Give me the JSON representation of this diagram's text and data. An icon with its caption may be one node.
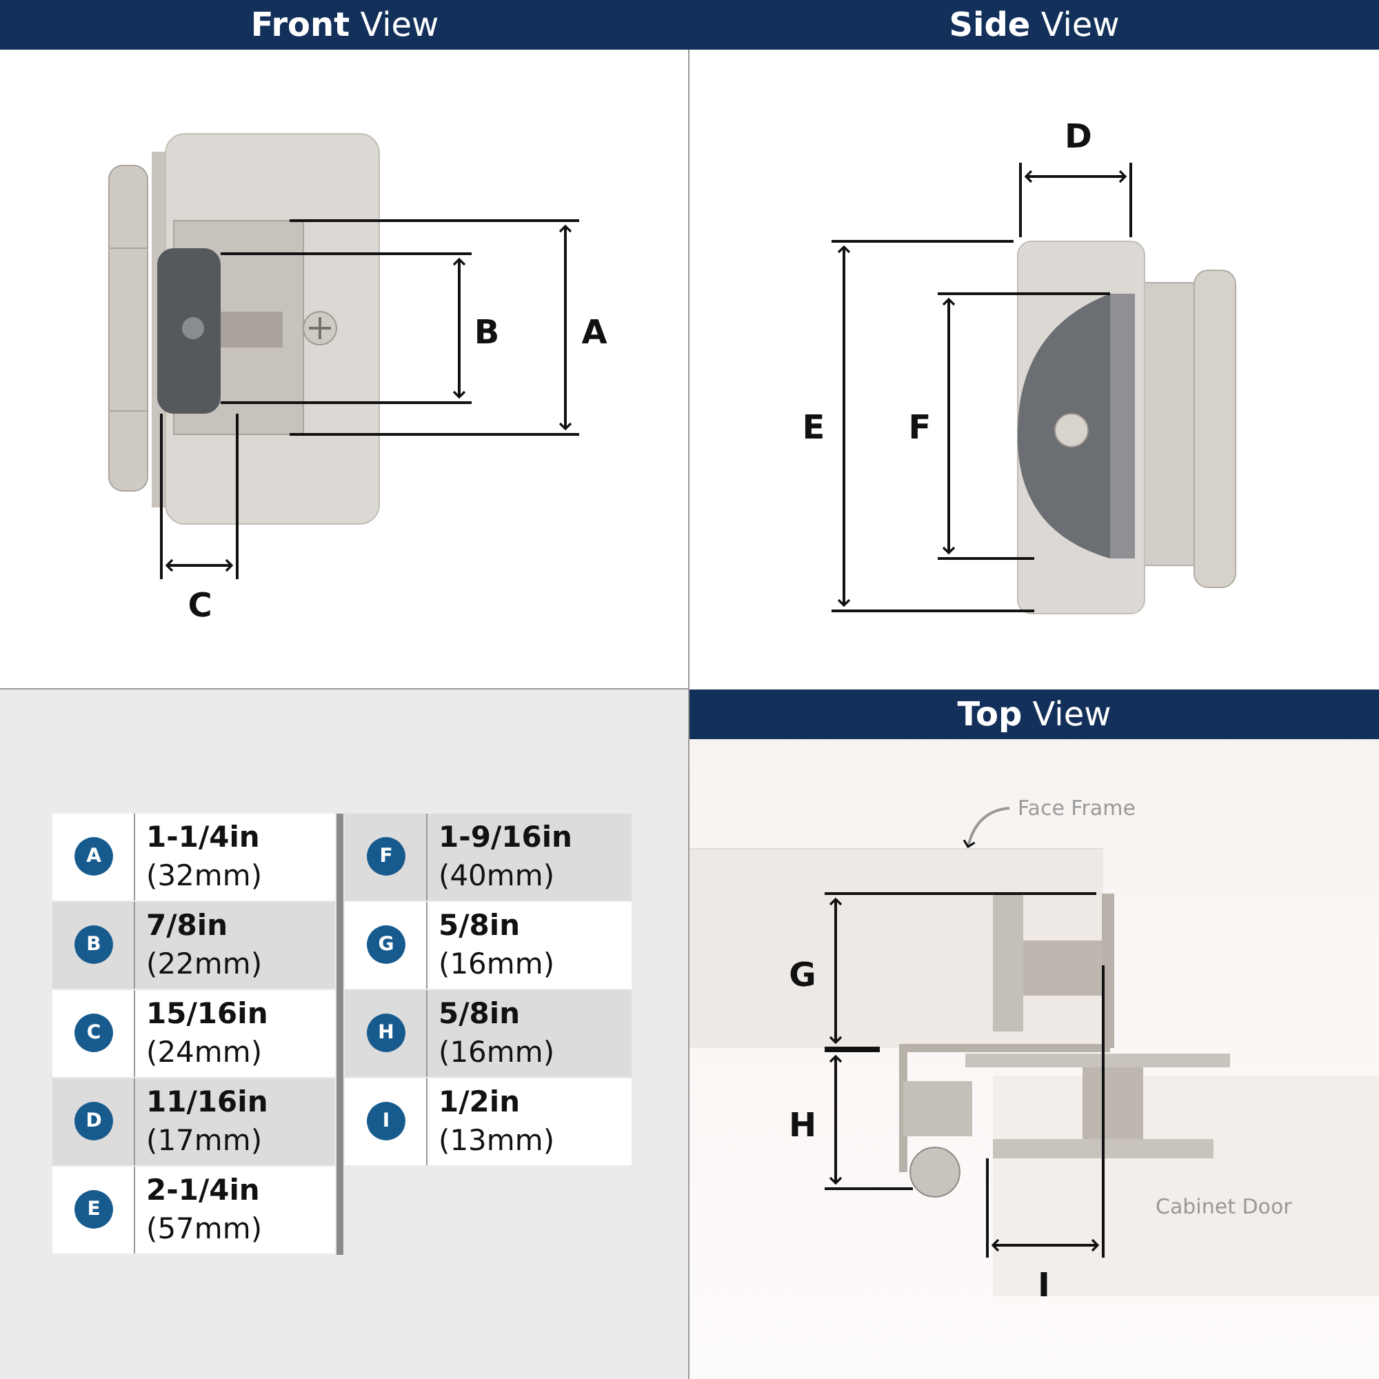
{
  "diagram": {
    "nodes": [
      {
        "text": [
          "Face Frame"
        ]
      },
      {
        "text": [],
        "shape": "box"
      }
    ],
    "edges": [
      {
        "from": 0,
        "to": 1,
        "arrow": "to"
      }
    ],
    "labels": [
      "**Front** View",
      "**Side** View",
      "B",
      "A",
      "C",
      "D",
      "E",
      "F",
      "A",
      "**1-1/4in** (32mm)",
      "F",
      "**1-9/16in** (40mm)",
      "B",
      "**7/8in** (22mm)",
      "G",
      "**5/8in** (16mm)",
      "C",
      "**15/16in** (24mm)",
      "H",
      "**5/8in** (16mm)",
      "D",
      "**11/16in** (17mm)",
      "I",
      "**1/2in** (13mm)",
      "E",
      "**2-1/4in** (57mm)",
      "**Top** View",
      "G",
      "H",
      "I",
      "Cabinet Door"
    ]
  }
}
